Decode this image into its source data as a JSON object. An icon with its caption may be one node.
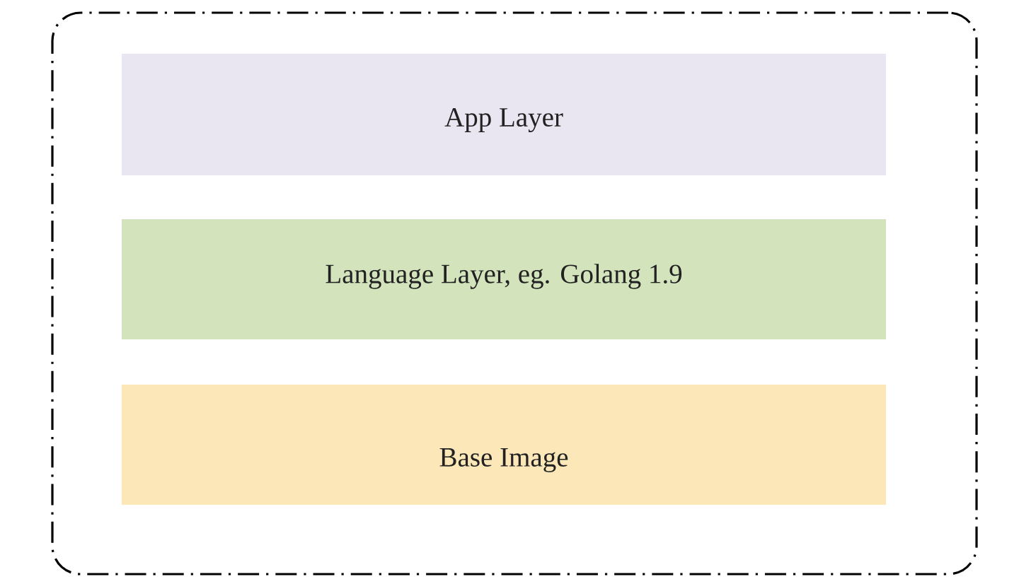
{
  "diagram": {
    "nodes": [
      {
        "text": [],
        "shape": "box"
      },
      {
        "text": [
          "App Layer"
        ],
        "in": 0
      },
      {
        "text": [
          "Language Layer, eg. Golang 1.9"
        ],
        "in": 0
      },
      {
        "text": [
          "Base Image"
        ],
        "in": 0
      }
    ]
  }
}
